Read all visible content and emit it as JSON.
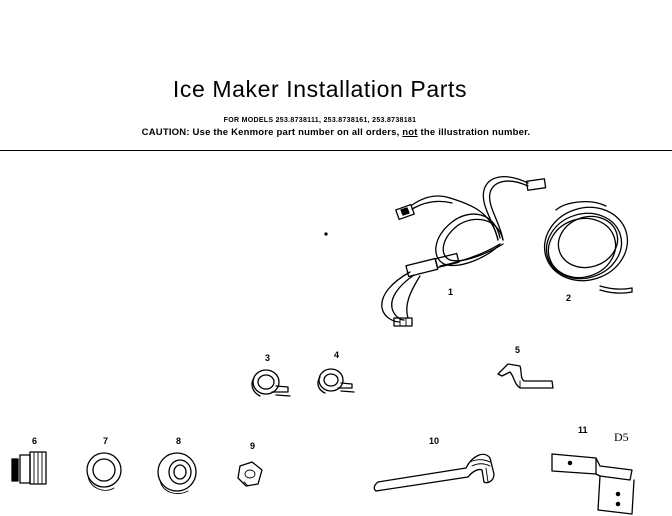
{
  "title": "Ice Maker Installation Parts",
  "models_line": "FOR MODELS 253.8738111, 253.8738161, 253.8738181",
  "caution": {
    "prefix": "CAUTION: Use the Kenmore part number on all orders,",
    "emphasis": "not",
    "suffix": "the illustration number."
  },
  "reference_code": "D5",
  "parts": [
    {
      "number": "1",
      "icon": "wire-harness-icon"
    },
    {
      "number": "2",
      "icon": "water-tubing-coil-icon"
    },
    {
      "number": "3",
      "icon": "tube-clamp-icon"
    },
    {
      "number": "4",
      "icon": "tube-clamp-icon"
    },
    {
      "number": "5",
      "icon": "bracket-clip-icon"
    },
    {
      "number": "6",
      "icon": "compression-sleeve-icon"
    },
    {
      "number": "7",
      "icon": "grommet-icon"
    },
    {
      "number": "8",
      "icon": "grommet-icon"
    },
    {
      "number": "9",
      "icon": "nut-icon"
    },
    {
      "number": "10",
      "icon": "fill-tube-icon"
    },
    {
      "number": "11",
      "icon": "mounting-bracket-icon"
    }
  ]
}
